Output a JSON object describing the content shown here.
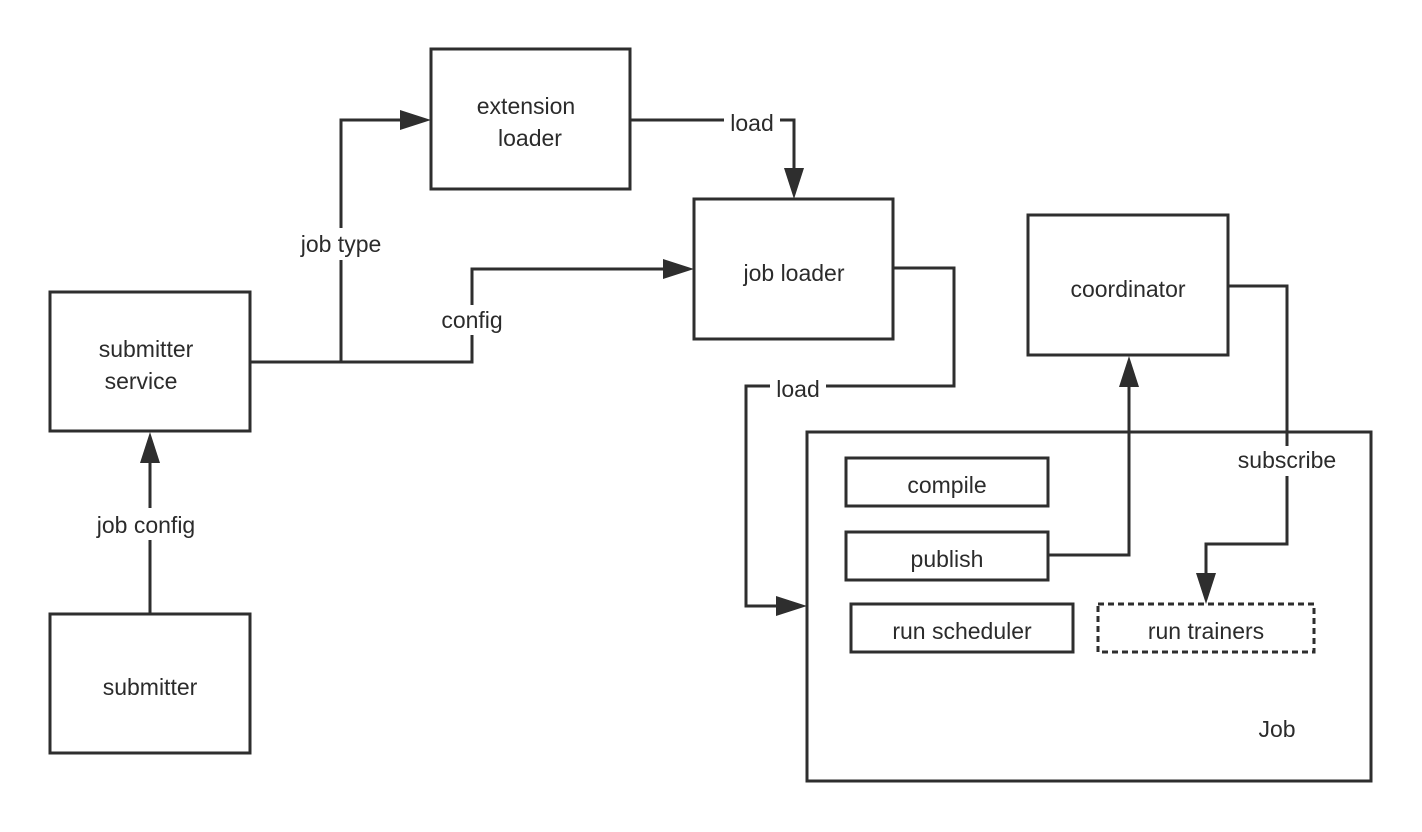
{
  "nodes": {
    "submitter": "submitter",
    "submitter_service": [
      "submitter",
      "service"
    ],
    "extension_loader": [
      "extension",
      "loader"
    ],
    "job_loader": "job loader",
    "coordinator": "coordinator",
    "job": "Job",
    "compile": "compile",
    "publish": "publish",
    "run_scheduler": "run scheduler",
    "run_trainers": "run trainers"
  },
  "edges": {
    "job_config": "job config",
    "job_type": "job type",
    "config": "config",
    "load_extension": "load",
    "load_job": "load",
    "subscribe": "subscribe"
  },
  "colors": {
    "stroke": "#2e2e2e",
    "text": "#2b2b2b",
    "background": "#ffffff"
  }
}
